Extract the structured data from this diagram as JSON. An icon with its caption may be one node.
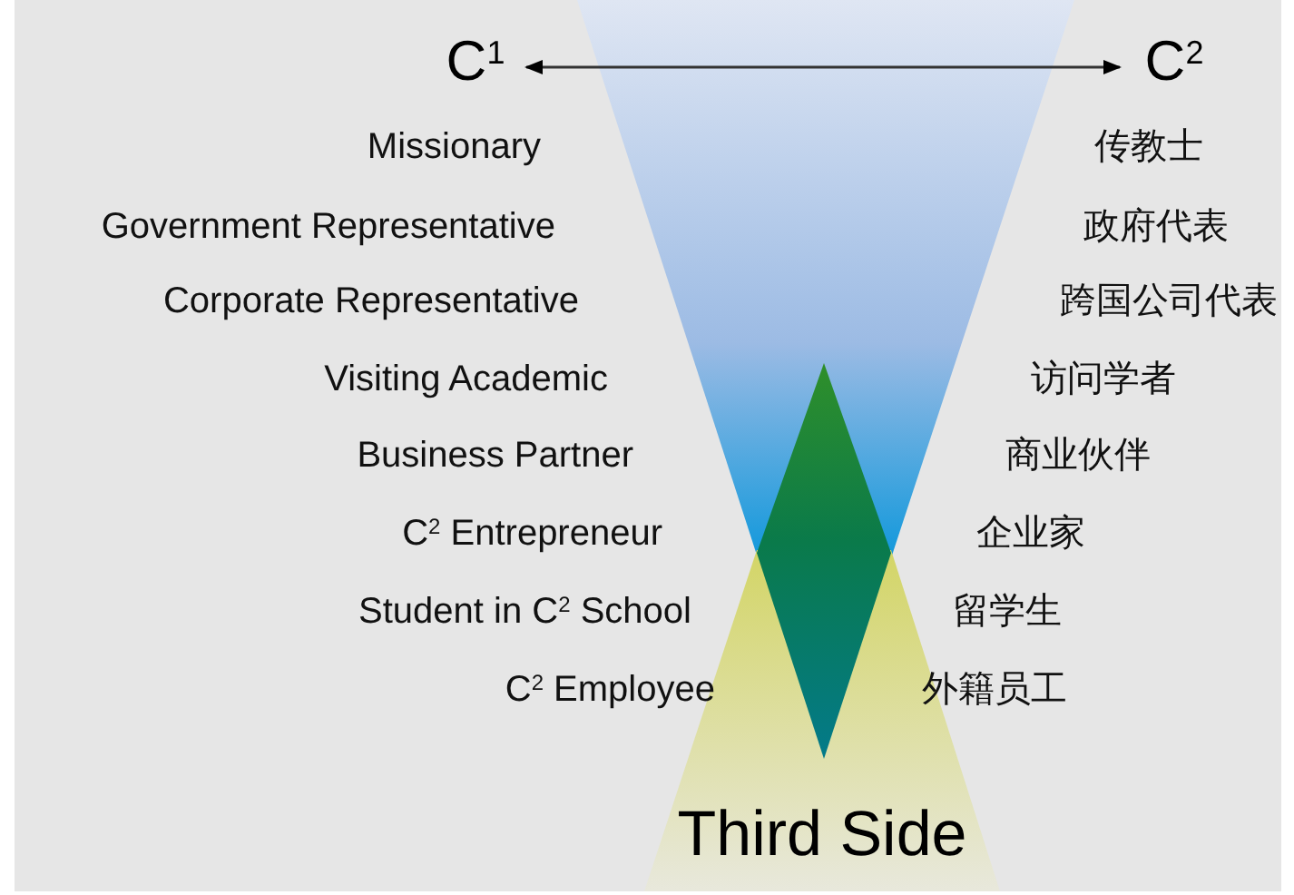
{
  "diagram": {
    "nodes": [
      {
        "text": [
          "C$^{1}$"
        ]
      },
      {
        "text": [
          "C$^{2}$"
        ]
      },
      {
        "text": [
          "Third Side"
        ]
      },
      {
        "text": [],
        "shape": "diamond"
      }
    ],
    "edges": [
      {
        "from": 0,
        "to": 1,
        "arrow": "both"
      }
    ],
    "labels": [
      "Missionary",
      "传教士",
      "Government Representative",
      "政府代表",
      "Corporate Representative",
      "跨国公司代表",
      "Visiting Academic",
      "访问学者",
      "Business Partner",
      "商业伙伴",
      "C$^{2}$  Entrepreneur",
      "企业家",
      "Student in C$^{2}$ School",
      "留学生",
      "C$^{2}$ Employee",
      "外籍员工"
    ]
  }
}
